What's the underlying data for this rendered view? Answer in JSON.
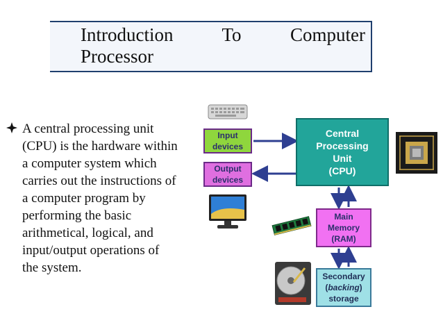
{
  "title": {
    "line1_words": [
      "Introduction",
      "To",
      "Computer"
    ],
    "line2": "Processor"
  },
  "bullet": {
    "text": "A central processing unit (CPU) is the hardware within a computer system which carries out the instructions of a computer program by performing the basic arithmetical, logical, and input/output operations of the system."
  },
  "diagram": {
    "input_label": "Input\ndevices",
    "output_label": "Output\ndevices",
    "cpu_label": "Central\nProcessing\nUnit\n(CPU)",
    "ram_label": "Main\nMemory\n(RAM)",
    "storage_label_1": "Secondary",
    "storage_label_2_open": "(",
    "storage_label_2_em": "backing",
    "storage_label_2_close": ")",
    "storage_label_3": "storage"
  },
  "colors": {
    "title_accent": "#1f3f6e",
    "arrow": "#2e3f91",
    "cpu_box": "#22a59a",
    "input_box": "#8fd63d",
    "output_box": "#df6fe0",
    "ram_box": "#f171f2",
    "storage_box": "#9fe0e6"
  },
  "icons": [
    "bullet-diamond-icon",
    "keyboard-icon",
    "monitor-icon",
    "cpu-chip-icon",
    "ram-module-icon",
    "hard-drive-icon"
  ]
}
